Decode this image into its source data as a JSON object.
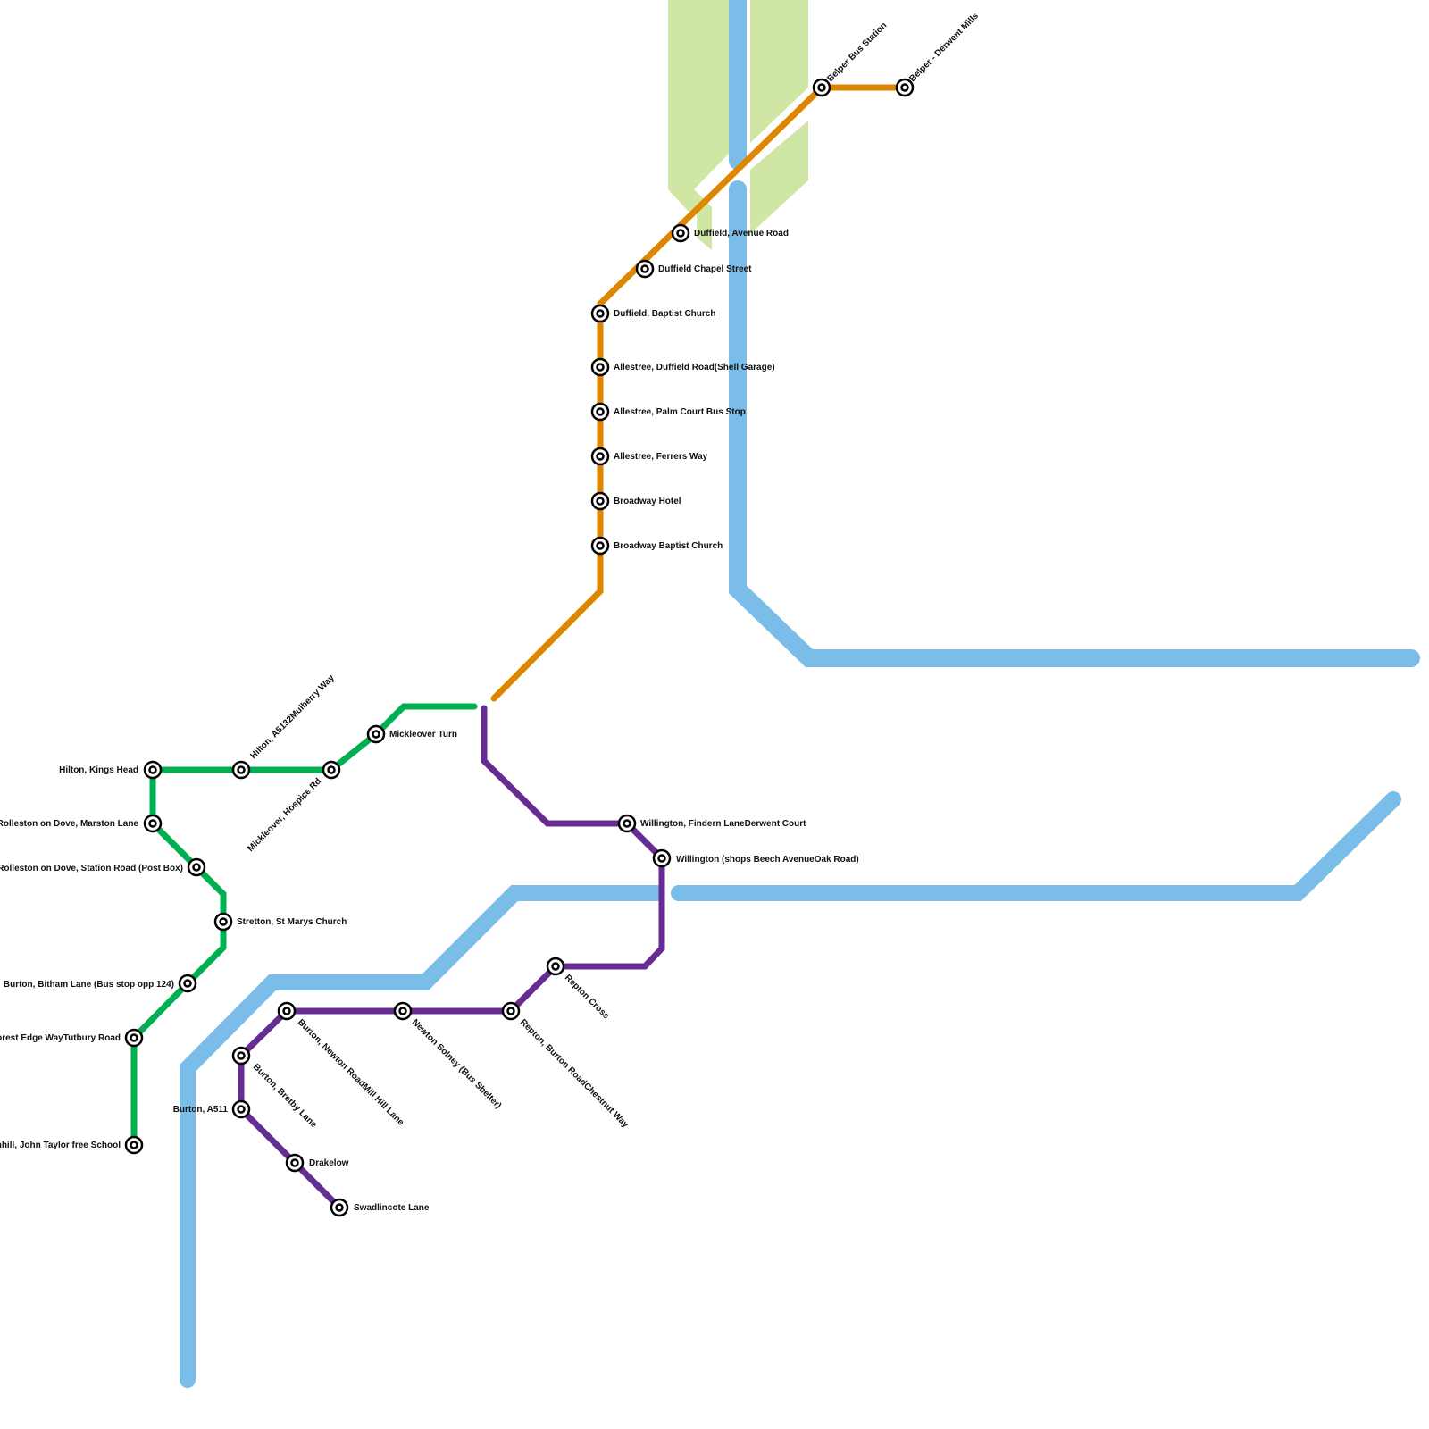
{
  "colors": {
    "background": "#ffffff",
    "water": "#79bde8",
    "park": "#d0e6a5",
    "green_line": "#00b050",
    "orange_line": "#df8600",
    "purple_line": "#662c91",
    "station_ring": "#000000"
  },
  "lines": [
    {
      "id": "green",
      "color": "#00b050"
    },
    {
      "id": "orange",
      "color": "#df8600"
    },
    {
      "id": "purple",
      "color": "#662c91"
    }
  ],
  "stations": {
    "belper_bus_station": "Belper Bus Station",
    "belper_derwent_mills": "Belper - Derwent Mills",
    "duffield_avenue_road": "Duffield, Avenue Road",
    "duffield_chapel_street": "Duffield Chapel Street",
    "duffield_baptist_church": "Duffield, Baptist Church",
    "allestree_duffield_road": "Allestree, Duffield Road(Shell Garage)",
    "allestree_palm_court": "Allestree, Palm Court Bus Stop",
    "allestree_ferrers_way": "Allestree, Ferrers Way",
    "broadway_hotel": "Broadway Hotel",
    "broadway_baptist_church": "Broadway Baptist Church",
    "hilton_kings_head": "Hilton, Kings Head",
    "hilton_a5132": "Hilton, A5132Mulberry Way",
    "mickleover_hospice": "Mickleover, Hospice Rd",
    "mickleover_turn": "Mickleover Turn",
    "rolleston_marston": "Rolleston on Dove, Marston Lane",
    "rolleston_station": "Rolleston on Dove, Station Road (Post Box)",
    "stretton_st_marys": "Stretton, St Marys Church",
    "burton_bitham": "Burton, Bitham Lane (Bus stop opp 124)",
    "forest_edge": "Forest Edge WayTutbury Road",
    "john_taylor": "Branston/Tatenhill, John Taylor free School",
    "willington_findern": "Willington, Findern LaneDerwent Court",
    "willington_shops": "Willington (shops Beech AvenueOak Road)",
    "repton_cross": "Repton Cross",
    "repton_burton_road": "Repton, Burton RoadChestnut Way",
    "newton_solney": "Newton Solney (Bus Shelter)",
    "burton_newton_road": "Burton, Newton RoadMill Hill Lane",
    "burton_bretby": "Burton, Bretby Lane",
    "burton_a511": "Burton, A511",
    "drakelow": "Drakelow",
    "swadlincote_lane": "Swadlincote Lane"
  }
}
